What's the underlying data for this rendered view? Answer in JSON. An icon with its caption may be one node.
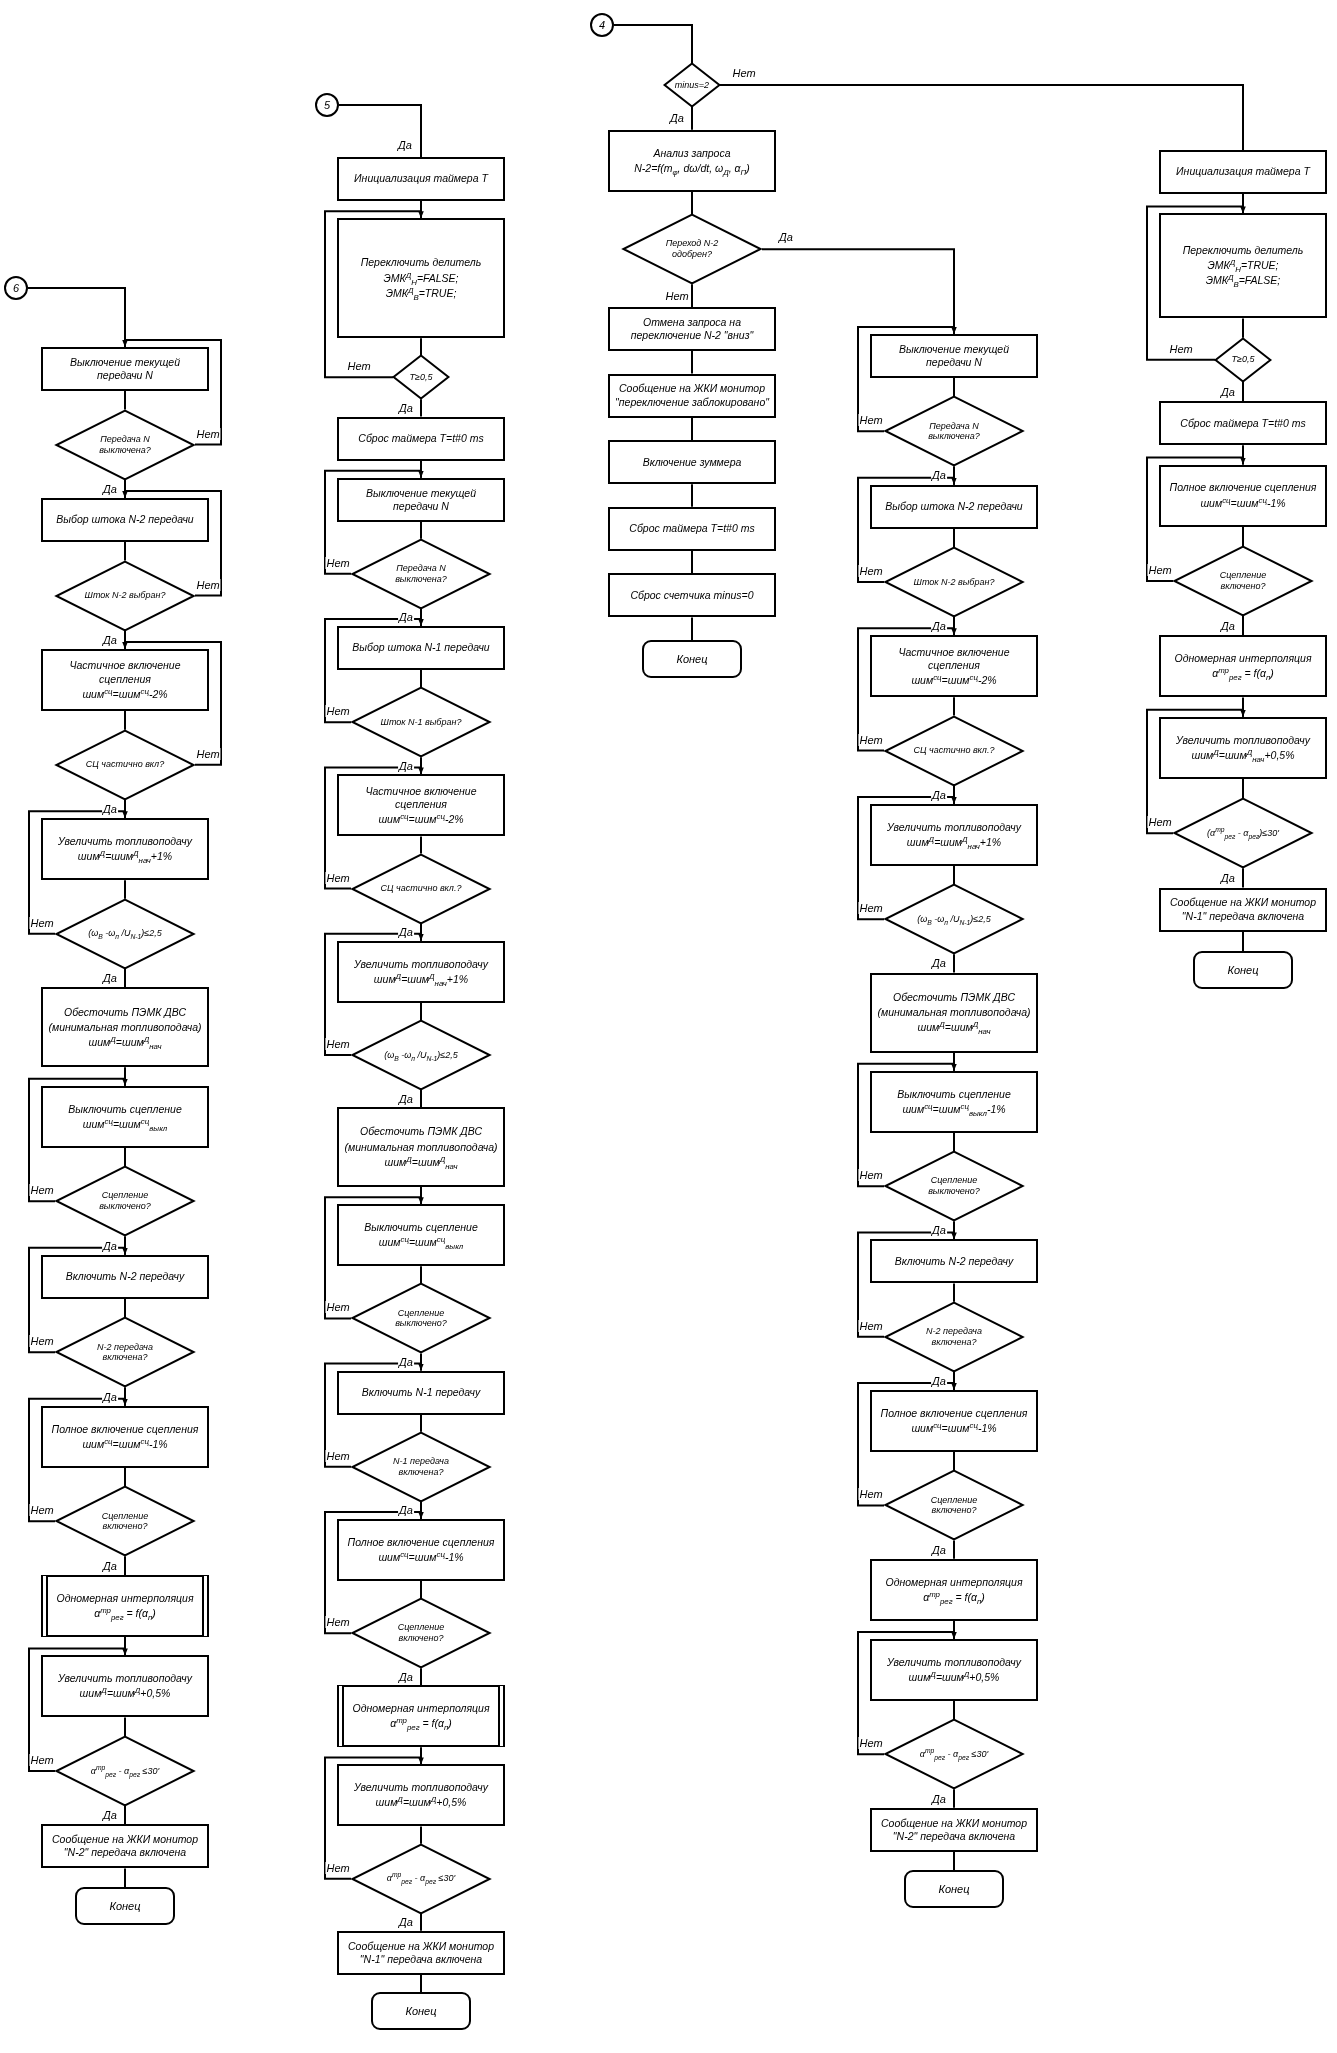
{
  "diagram": {
    "nodes": [
      {
        "text": [
          "6"
        ]
      },
      {
        "text": [
          "Выключение текущей передачи N"
        ]
      },
      {
        "text": [
          "Передача N выключена?"
        ]
      },
      {
        "text": [
          "Выбор штока N-2 передачи"
        ]
      },
      {
        "text": [
          "Шток N-2 выбран?"
        ]
      },
      {
        "text": [
          "Частичное включение сцепления",
          "шим$^{сц}$=шим$^{сц}$-2%"
        ]
      },
      {
        "text": [
          "СЦ частично вкл?"
        ]
      },
      {
        "text": [
          "Увеличить топливоподачу",
          "шим$^{Д}$=шим$^{Д}$$_{нач}$+1%"
        ]
      },
      {
        "text": [
          "(ω$_{В}$ -ω$_{п}$ /U$_{N-1}$)≤2,5"
        ]
      },
      {
        "text": [
          "Обесточить ПЭМК ДВС",
          "(минимальная топливоподача)",
          "шим$^{Д}$=шим$^{Д}$$_{нач}$"
        ]
      },
      {
        "text": [
          "Выключить сцепление",
          "шим$^{сц}$=шим$^{сц}$$_{выкл}$"
        ]
      },
      {
        "text": [
          "Сцепление выключено?"
        ]
      },
      {
        "text": [
          "Включить N-2 передачу"
        ]
      },
      {
        "text": [
          "N-2 передача включена?"
        ]
      },
      {
        "text": [
          "Полное включение сцепления",
          "шим$^{сц}$=шим$^{сц}$-1%"
        ]
      },
      {
        "text": [
          "Сцепление включено?"
        ]
      },
      {
        "text": [
          "Одномерная интерполяция",
          "α$^{тр}$$_{рег}$ = f(α$_{п}$)"
        ]
      },
      {
        "text": [
          "Увеличить топливоподачу",
          "шим$^{Д}$=шим$^{Д}$+0,5%"
        ]
      },
      {
        "text": [
          "α$^{тр}$$_{рег}$ - α$_{рег}$ ≤30'"
        ]
      },
      {
        "text": [
          "Сообщение на ЖКИ монитор \"N-2\" передача включена"
        ]
      },
      {
        "text": [
          "Конец"
        ]
      },
      {
        "text": [
          "5"
        ]
      },
      {
        "text": [
          "Инициализация таймера Т"
        ]
      },
      {
        "text": [
          "Переключить делитель",
          "ЭМК$^{Д}$$_{Н}$=FALSE;",
          "ЭМК$^{Д}$$_{В}$=TRUE;"
        ]
      },
      {
        "text": [
          "T≥0,5"
        ]
      },
      {
        "text": [
          "Сброс таймера T=t#0 ms"
        ]
      },
      {
        "text": [
          "Выключение текущей передачи N"
        ]
      },
      {
        "text": [
          "Передача N выключена?"
        ]
      },
      {
        "text": [
          "Выбор штока N-1 передачи"
        ]
      },
      {
        "text": [
          "Шток N-1 выбран?"
        ]
      },
      {
        "text": [
          "Частичное включение сцепления",
          "шим$^{сц}$=шим$^{сц}$-2%"
        ]
      },
      {
        "text": [
          "СЦ частично вкл.?"
        ]
      },
      {
        "text": [
          "Увеличить топливоподачу",
          "шим$^{Д}$=шим$^{Д}$$_{нач}$+1%"
        ]
      },
      {
        "text": [
          "(ω$_{В}$ -ω$_{п}$ /U$_{N-1}$)≤2,5"
        ]
      },
      {
        "text": [
          "Обесточить ПЭМК ДВС",
          "(минимальная топливоподача)",
          "шим$^{Д}$=шим$^{Д}$$_{нач}$"
        ]
      },
      {
        "text": [
          "Выключить сцепление",
          "шим$^{сц}$=шим$^{сц}$$_{выкл}$"
        ]
      },
      {
        "text": [
          "Сцепление выключено?"
        ]
      },
      {
        "text": [
          "Включить N-1 передачу"
        ]
      },
      {
        "text": [
          "N-1 передача включена?"
        ]
      },
      {
        "text": [
          "Полное включение сцепления",
          "шим$^{сц}$=шим$^{сц}$-1%"
        ]
      },
      {
        "text": [
          "Сцепление включено?"
        ]
      },
      {
        "text": [
          "Одномерная интерполяция",
          "α$^{тр}$$_{рег}$ = f(α$_{п}$)"
        ]
      },
      {
        "text": [
          "Увеличить топливоподачу",
          "шим$^{Д}$=шим$^{Д}$+0,5%"
        ]
      },
      {
        "text": [
          "α$^{тр}$$_{рег}$ - α$_{рег}$ ≤30'"
        ]
      },
      {
        "text": [
          "Сообщение на ЖКИ монитор \"N-1\" передача включена"
        ]
      },
      {
        "text": [
          "Конец"
        ]
      },
      {
        "text": [
          "4"
        ]
      },
      {
        "text": [
          "minus=2"
        ]
      },
      {
        "text": [
          "Анализ запроса",
          "N-2=f(m$_{φ}$, dω/dt, ω$_{Д}$, α$_{П}$)"
        ]
      },
      {
        "text": [
          "Переход N-2 одобрен?"
        ]
      },
      {
        "text": [
          "Отмена запроса на переключение N-2 \"вниз\""
        ]
      },
      {
        "text": [
          "Сообщение на ЖКИ монитор \"переключение заблокировано\""
        ]
      },
      {
        "text": [
          "Включение зуммера"
        ]
      },
      {
        "text": [
          "Сброс таймера T=t#0 ms"
        ]
      },
      {
        "text": [
          "Сброс счетчика minus=0"
        ]
      },
      {
        "text": [
          "Конец"
        ]
      },
      {
        "text": [
          "Выключение текущей передачи N"
        ]
      },
      {
        "text": [
          "Передача N выключена?"
        ]
      },
      {
        "text": [
          "Выбор штока N-2 передачи"
        ]
      },
      {
        "text": [
          "Шток N-2 выбран?"
        ]
      },
      {
        "text": [
          "Частичное включение сцепления",
          "шим$^{сц}$=шим$^{сц}$-2%"
        ]
      },
      {
        "text": [
          "СЦ частично вкл.?"
        ]
      },
      {
        "text": [
          "Увеличить топливоподачу",
          "шим$^{Д}$=шим$^{Д}$$_{нач}$+1%"
        ]
      },
      {
        "text": [
          "(ω$_{В}$ -ω$_{п}$ /U$_{N-1}$)≤2,5"
        ]
      },
      {
        "text": [
          "Обесточить ПЭМК ДВС",
          "(минимальная топливоподача)",
          "шим$^{Д}$=шим$^{Д}$$_{нач}$"
        ]
      },
      {
        "text": [
          "Выключить сцепление",
          "шим$^{сц}$=шим$^{сц}$$_{выкл}$-1%"
        ]
      },
      {
        "text": [
          "Сцепление выключено?"
        ]
      },
      {
        "text": [
          "Включить N-2 передачу"
        ]
      },
      {
        "text": [
          "N-2 передача включена?"
        ]
      },
      {
        "text": [
          "Полное включение сцепления",
          "шим$^{сц}$=шим$^{сц}$-1%"
        ]
      },
      {
        "text": [
          "Сцепление включено?"
        ]
      },
      {
        "text": [
          "Одномерная интерполяция",
          "α$^{тр}$$_{рег}$ = f(α$_{п}$)"
        ]
      },
      {
        "text": [
          "Увеличить топливоподачу",
          "шим$^{Д}$=шим$^{Д}$+0,5%"
        ]
      },
      {
        "text": [
          "α$^{тр}$$_{рег}$ - α$_{рег}$ ≤30'"
        ]
      },
      {
        "text": [
          "Сообщение на ЖКИ монитор \"N-2\" передача включена"
        ]
      },
      {
        "text": [
          "Конец"
        ]
      },
      {
        "text": [
          "Инициализация таймера Т"
        ]
      },
      {
        "text": [
          "Переключить делитель",
          "ЭМК$^{Д}$$_{Н}$=TRUE;",
          "ЭМК$^{Д}$$_{В}$=FALSE;"
        ]
      },
      {
        "text": [
          "T≥0,5"
        ]
      },
      {
        "text": [
          "Сброс таймера T=t#0 ms"
        ]
      },
      {
        "text": [
          "Полное включение сцепления",
          "шим$^{сц}$=шим$^{сц}$-1%"
        ]
      },
      {
        "text": [
          "Сцепление включено?"
        ]
      },
      {
        "text": [
          "Одномерная интерполяция",
          "α$^{тр}$$_{рег}$ = f(α$_{п}$)"
        ]
      },
      {
        "text": [
          "Увеличить топливоподачу",
          "шим$^{Д}$=шим$^{Д}$$_{нач}$+0,5%"
        ]
      },
      {
        "text": [
          "(α$^{тр}$$_{рег}$ - α$_{рег}$)≤30'"
        ]
      },
      {
        "text": [
          "Сообщение на ЖКИ монитор \"N-1\" передача включена"
        ]
      },
      {
        "text": [
          "Конец"
        ]
      }
    ],
    "edges": [
      {
        "from": 0,
        "to": 1,
        "arrow": "none"
      },
      {
        "from": 1,
        "to": 2,
        "arrow": "none"
      },
      {
        "from": 2,
        "to": 3,
        "arrow": "none",
        "label": "Да"
      },
      {
        "from": 3,
        "to": 4,
        "arrow": "none"
      },
      {
        "from": 4,
        "to": 5,
        "arrow": "none",
        "label": "Да"
      },
      {
        "from": 5,
        "to": 6,
        "arrow": "none"
      },
      {
        "from": 6,
        "to": 7,
        "arrow": "none",
        "label": "Да"
      },
      {
        "from": 7,
        "to": 8,
        "arrow": "none"
      },
      {
        "from": 8,
        "to": 9,
        "arrow": "none",
        "label": "Да"
      },
      {
        "from": 9,
        "to": 10,
        "arrow": "none"
      },
      {
        "from": 10,
        "to": 11,
        "arrow": "none"
      },
      {
        "from": 11,
        "to": 12,
        "arrow": "none",
        "label": "Да"
      },
      {
        "from": 12,
        "to": 13,
        "arrow": "none"
      },
      {
        "from": 13,
        "to": 14,
        "arrow": "none",
        "label": "Да"
      },
      {
        "from": 14,
        "to": 15,
        "arrow": "none"
      },
      {
        "from": 15,
        "to": 16,
        "arrow": "none",
        "label": "Да"
      },
      {
        "from": 16,
        "to": 17,
        "arrow": "none"
      },
      {
        "from": 17,
        "to": 18,
        "arrow": "none"
      },
      {
        "from": 18,
        "to": 19,
        "arrow": "none",
        "label": "Да"
      },
      {
        "from": 19,
        "to": 20,
        "arrow": "none"
      },
      {
        "from": 2,
        "to": 1,
        "arrow": "to",
        "label": "Нет"
      },
      {
        "from": 4,
        "to": 3,
        "arrow": "to",
        "label": "Нет"
      },
      {
        "from": 6,
        "to": 5,
        "arrow": "to",
        "label": "Нет"
      },
      {
        "from": 8,
        "to": 7,
        "arrow": "to",
        "label": "Нет"
      },
      {
        "from": 11,
        "to": 10,
        "arrow": "to",
        "label": "Нет"
      },
      {
        "from": 13,
        "to": 12,
        "arrow": "to",
        "label": "Нет"
      },
      {
        "from": 15,
        "to": 14,
        "arrow": "to",
        "label": "Нет"
      },
      {
        "from": 18,
        "to": 17,
        "arrow": "to",
        "label": "Нет"
      },
      {
        "from": 21,
        "to": 22,
        "arrow": "none",
        "label": "Да"
      },
      {
        "from": 22,
        "to": 23,
        "arrow": "none"
      },
      {
        "from": 23,
        "to": 24,
        "arrow": "none"
      },
      {
        "from": 24,
        "to": 25,
        "arrow": "none",
        "label": "Да"
      },
      {
        "from": 25,
        "to": 26,
        "arrow": "none"
      },
      {
        "from": 26,
        "to": 27,
        "arrow": "none"
      },
      {
        "from": 27,
        "to": 28,
        "arrow": "none",
        "label": "Да"
      },
      {
        "from": 28,
        "to": 29,
        "arrow": "none"
      },
      {
        "from": 29,
        "to": 30,
        "arrow": "none",
        "label": "Да"
      },
      {
        "from": 30,
        "to": 31,
        "arrow": "none"
      },
      {
        "from": 31,
        "to": 32,
        "arrow": "none",
        "label": "Да"
      },
      {
        "from": 32,
        "to": 33,
        "arrow": "none"
      },
      {
        "from": 33,
        "to": 34,
        "arrow": "none",
        "label": "Да"
      },
      {
        "from": 34,
        "to": 35,
        "arrow": "none"
      },
      {
        "from": 35,
        "to": 36,
        "arrow": "none"
      },
      {
        "from": 36,
        "to": 37,
        "arrow": "none",
        "label": "Да"
      },
      {
        "from": 37,
        "to": 38,
        "arrow": "none"
      },
      {
        "from": 38,
        "to": 39,
        "arrow": "none",
        "label": "Да"
      },
      {
        "from": 39,
        "to": 40,
        "arrow": "none"
      },
      {
        "from": 40,
        "to": 41,
        "arrow": "none",
        "label": "Да"
      },
      {
        "from": 41,
        "to": 42,
        "arrow": "none"
      },
      {
        "from": 42,
        "to": 43,
        "arrow": "none"
      },
      {
        "from": 43,
        "to": 44,
        "arrow": "none",
        "label": "Да"
      },
      {
        "from": 44,
        "to": 45,
        "arrow": "none"
      },
      {
        "from": 24,
        "to": 23,
        "arrow": "to",
        "label": "Нет"
      },
      {
        "from": 27,
        "to": 26,
        "arrow": "to",
        "label": "Нет"
      },
      {
        "from": 29,
        "to": 28,
        "arrow": "to",
        "label": "Нет"
      },
      {
        "from": 31,
        "to": 30,
        "arrow": "to",
        "label": "Нет"
      },
      {
        "from": 33,
        "to": 32,
        "arrow": "to",
        "label": "Нет"
      },
      {
        "from": 36,
        "to": 35,
        "arrow": "to",
        "label": "Нет"
      },
      {
        "from": 38,
        "to": 37,
        "arrow": "to",
        "label": "Нет"
      },
      {
        "from": 40,
        "to": 39,
        "arrow": "to",
        "label": "Нет"
      },
      {
        "from": 43,
        "to": 42,
        "arrow": "to",
        "label": "Нет"
      },
      {
        "from": 46,
        "to": 47,
        "arrow": "none"
      },
      {
        "from": 47,
        "to": 48,
        "arrow": "none",
        "label": "Да"
      },
      {
        "from": 48,
        "to": 49,
        "arrow": "none"
      },
      {
        "from": 49,
        "to": 50,
        "arrow": "none",
        "label": "Нет"
      },
      {
        "from": 50,
        "to": 51,
        "arrow": "none"
      },
      {
        "from": 51,
        "to": 52,
        "arrow": "none"
      },
      {
        "from": 52,
        "to": 53,
        "arrow": "none"
      },
      {
        "from": 53,
        "to": 54,
        "arrow": "none"
      },
      {
        "from": 54,
        "to": 55,
        "arrow": "none"
      },
      {
        "from": 47,
        "to": 76,
        "arrow": "none",
        "label": "Нет"
      },
      {
        "from": 49,
        "to": 56,
        "arrow": "none",
        "label": "Да"
      },
      {
        "from": 56,
        "to": 57,
        "arrow": "none"
      },
      {
        "from": 57,
        "to": 58,
        "arrow": "none",
        "label": "Да"
      },
      {
        "from": 58,
        "to": 59,
        "arrow": "none"
      },
      {
        "from": 59,
        "to": 60,
        "arrow": "none",
        "label": "Да"
      },
      {
        "from": 60,
        "to": 61,
        "arrow": "none"
      },
      {
        "from": 61,
        "to": 62,
        "arrow": "none",
        "label": "Да"
      },
      {
        "from": 62,
        "to": 63,
        "arrow": "none"
      },
      {
        "from": 63,
        "to": 64,
        "arrow": "none",
        "label": "Да"
      },
      {
        "from": 64,
        "to": 65,
        "arrow": "none"
      },
      {
        "from": 65,
        "to": 66,
        "arrow": "none"
      },
      {
        "from": 66,
        "to": 67,
        "arrow": "none",
        "label": "Да"
      },
      {
        "from": 67,
        "to": 68,
        "arrow": "none"
      },
      {
        "from": 68,
        "to": 69,
        "arrow": "none",
        "label": "Да"
      },
      {
        "from": 69,
        "to": 70,
        "arrow": "none"
      },
      {
        "from": 70,
        "to": 71,
        "arrow": "none",
        "label": "Да"
      },
      {
        "from": 71,
        "to": 72,
        "arrow": "none"
      },
      {
        "from": 72,
        "to": 73,
        "arrow": "none"
      },
      {
        "from": 73,
        "to": 74,
        "arrow": "none",
        "label": "Да"
      },
      {
        "from": 74,
        "to": 75,
        "arrow": "none"
      },
      {
        "from": 57,
        "to": 56,
        "arrow": "to",
        "label": "Нет"
      },
      {
        "from": 59,
        "to": 58,
        "arrow": "to",
        "label": "Нет"
      },
      {
        "from": 61,
        "to": 60,
        "arrow": "to",
        "label": "Нет"
      },
      {
        "from": 63,
        "to": 62,
        "arrow": "to",
        "label": "Нет"
      },
      {
        "from": 66,
        "to": 65,
        "arrow": "to",
        "label": "Нет"
      },
      {
        "from": 68,
        "to": 67,
        "arrow": "to",
        "label": "Нет"
      },
      {
        "from": 70,
        "to": 69,
        "arrow": "to",
        "label": "Нет"
      },
      {
        "from": 73,
        "to": 72,
        "arrow": "to",
        "label": "Нет"
      },
      {
        "from": 76,
        "to": 77,
        "arrow": "none"
      },
      {
        "from": 77,
        "to": 78,
        "arrow": "none"
      },
      {
        "from": 78,
        "to": 79,
        "arrow": "none",
        "label": "Да"
      },
      {
        "from": 79,
        "to": 80,
        "arrow": "none"
      },
      {
        "from": 80,
        "to": 81,
        "arrow": "none"
      },
      {
        "from": 81,
        "to": 82,
        "arrow": "none",
        "label": "Да"
      },
      {
        "from": 82,
        "to": 83,
        "arrow": "none"
      },
      {
        "from": 83,
        "to": 84,
        "arrow": "none"
      },
      {
        "from": 84,
        "to": 85,
        "arrow": "none",
        "label": "Да"
      },
      {
        "from": 85,
        "to": 86,
        "arrow": "none"
      },
      {
        "from": 78,
        "to": 77,
        "arrow": "to",
        "label": "Нет"
      },
      {
        "from": 81,
        "to": 80,
        "arrow": "to",
        "label": "Нет"
      },
      {
        "from": 84,
        "to": 83,
        "arrow": "to",
        "label": "Нет"
      }
    ]
  }
}
